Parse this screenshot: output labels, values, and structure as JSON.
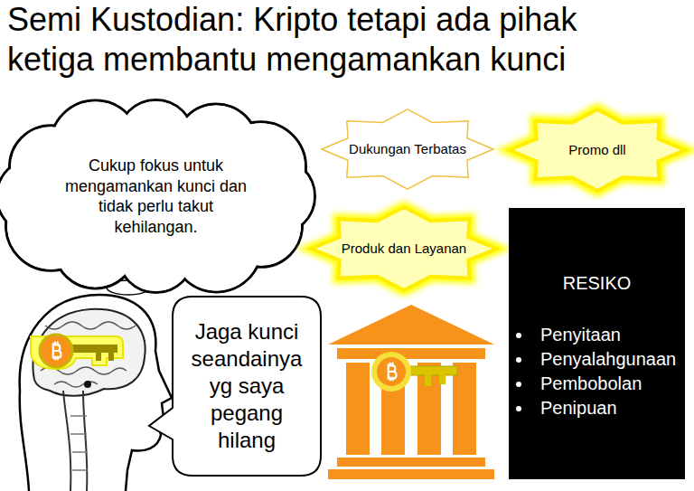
{
  "diagram": {
    "title": "Semi Kustodian: Kripto tetapi ada pihak ketiga membantu mengamankan kunci",
    "nodes": [
      {
        "text": [
          "Cukup fokus untuk mengamankan kunci dan tidak perlu takut kehilangan."
        ]
      },
      {
        "text": [
          "Dukungan Terbatas"
        ]
      },
      {
        "text": [
          "Promo dll"
        ]
      },
      {
        "text": [
          "Produk dan Layanan"
        ]
      },
      {
        "text": [
          "Jaga kunci seandainya yg saya pegang hilang"
        ]
      },
      {
        "text": [
          "RESIKO",
          "Penyitaan",
          "Penyalahgunaan",
          "Pembobolan",
          "Penipuan"
        ]
      }
    ]
  }
}
